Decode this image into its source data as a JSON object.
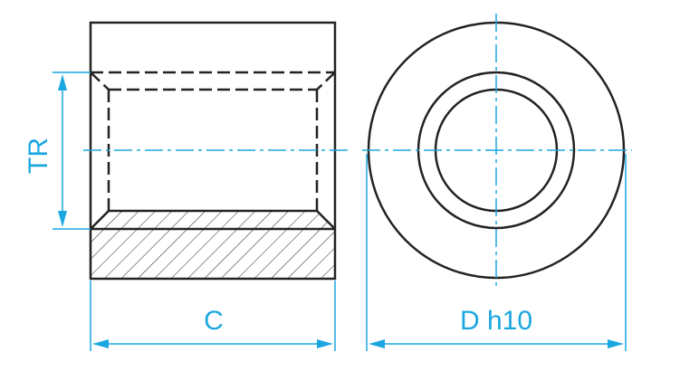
{
  "labels": {
    "thread": "TR",
    "length": "C",
    "diameter": "D h10"
  },
  "colors": {
    "outline": "#222222",
    "dimension": "#1aa7e0"
  }
}
